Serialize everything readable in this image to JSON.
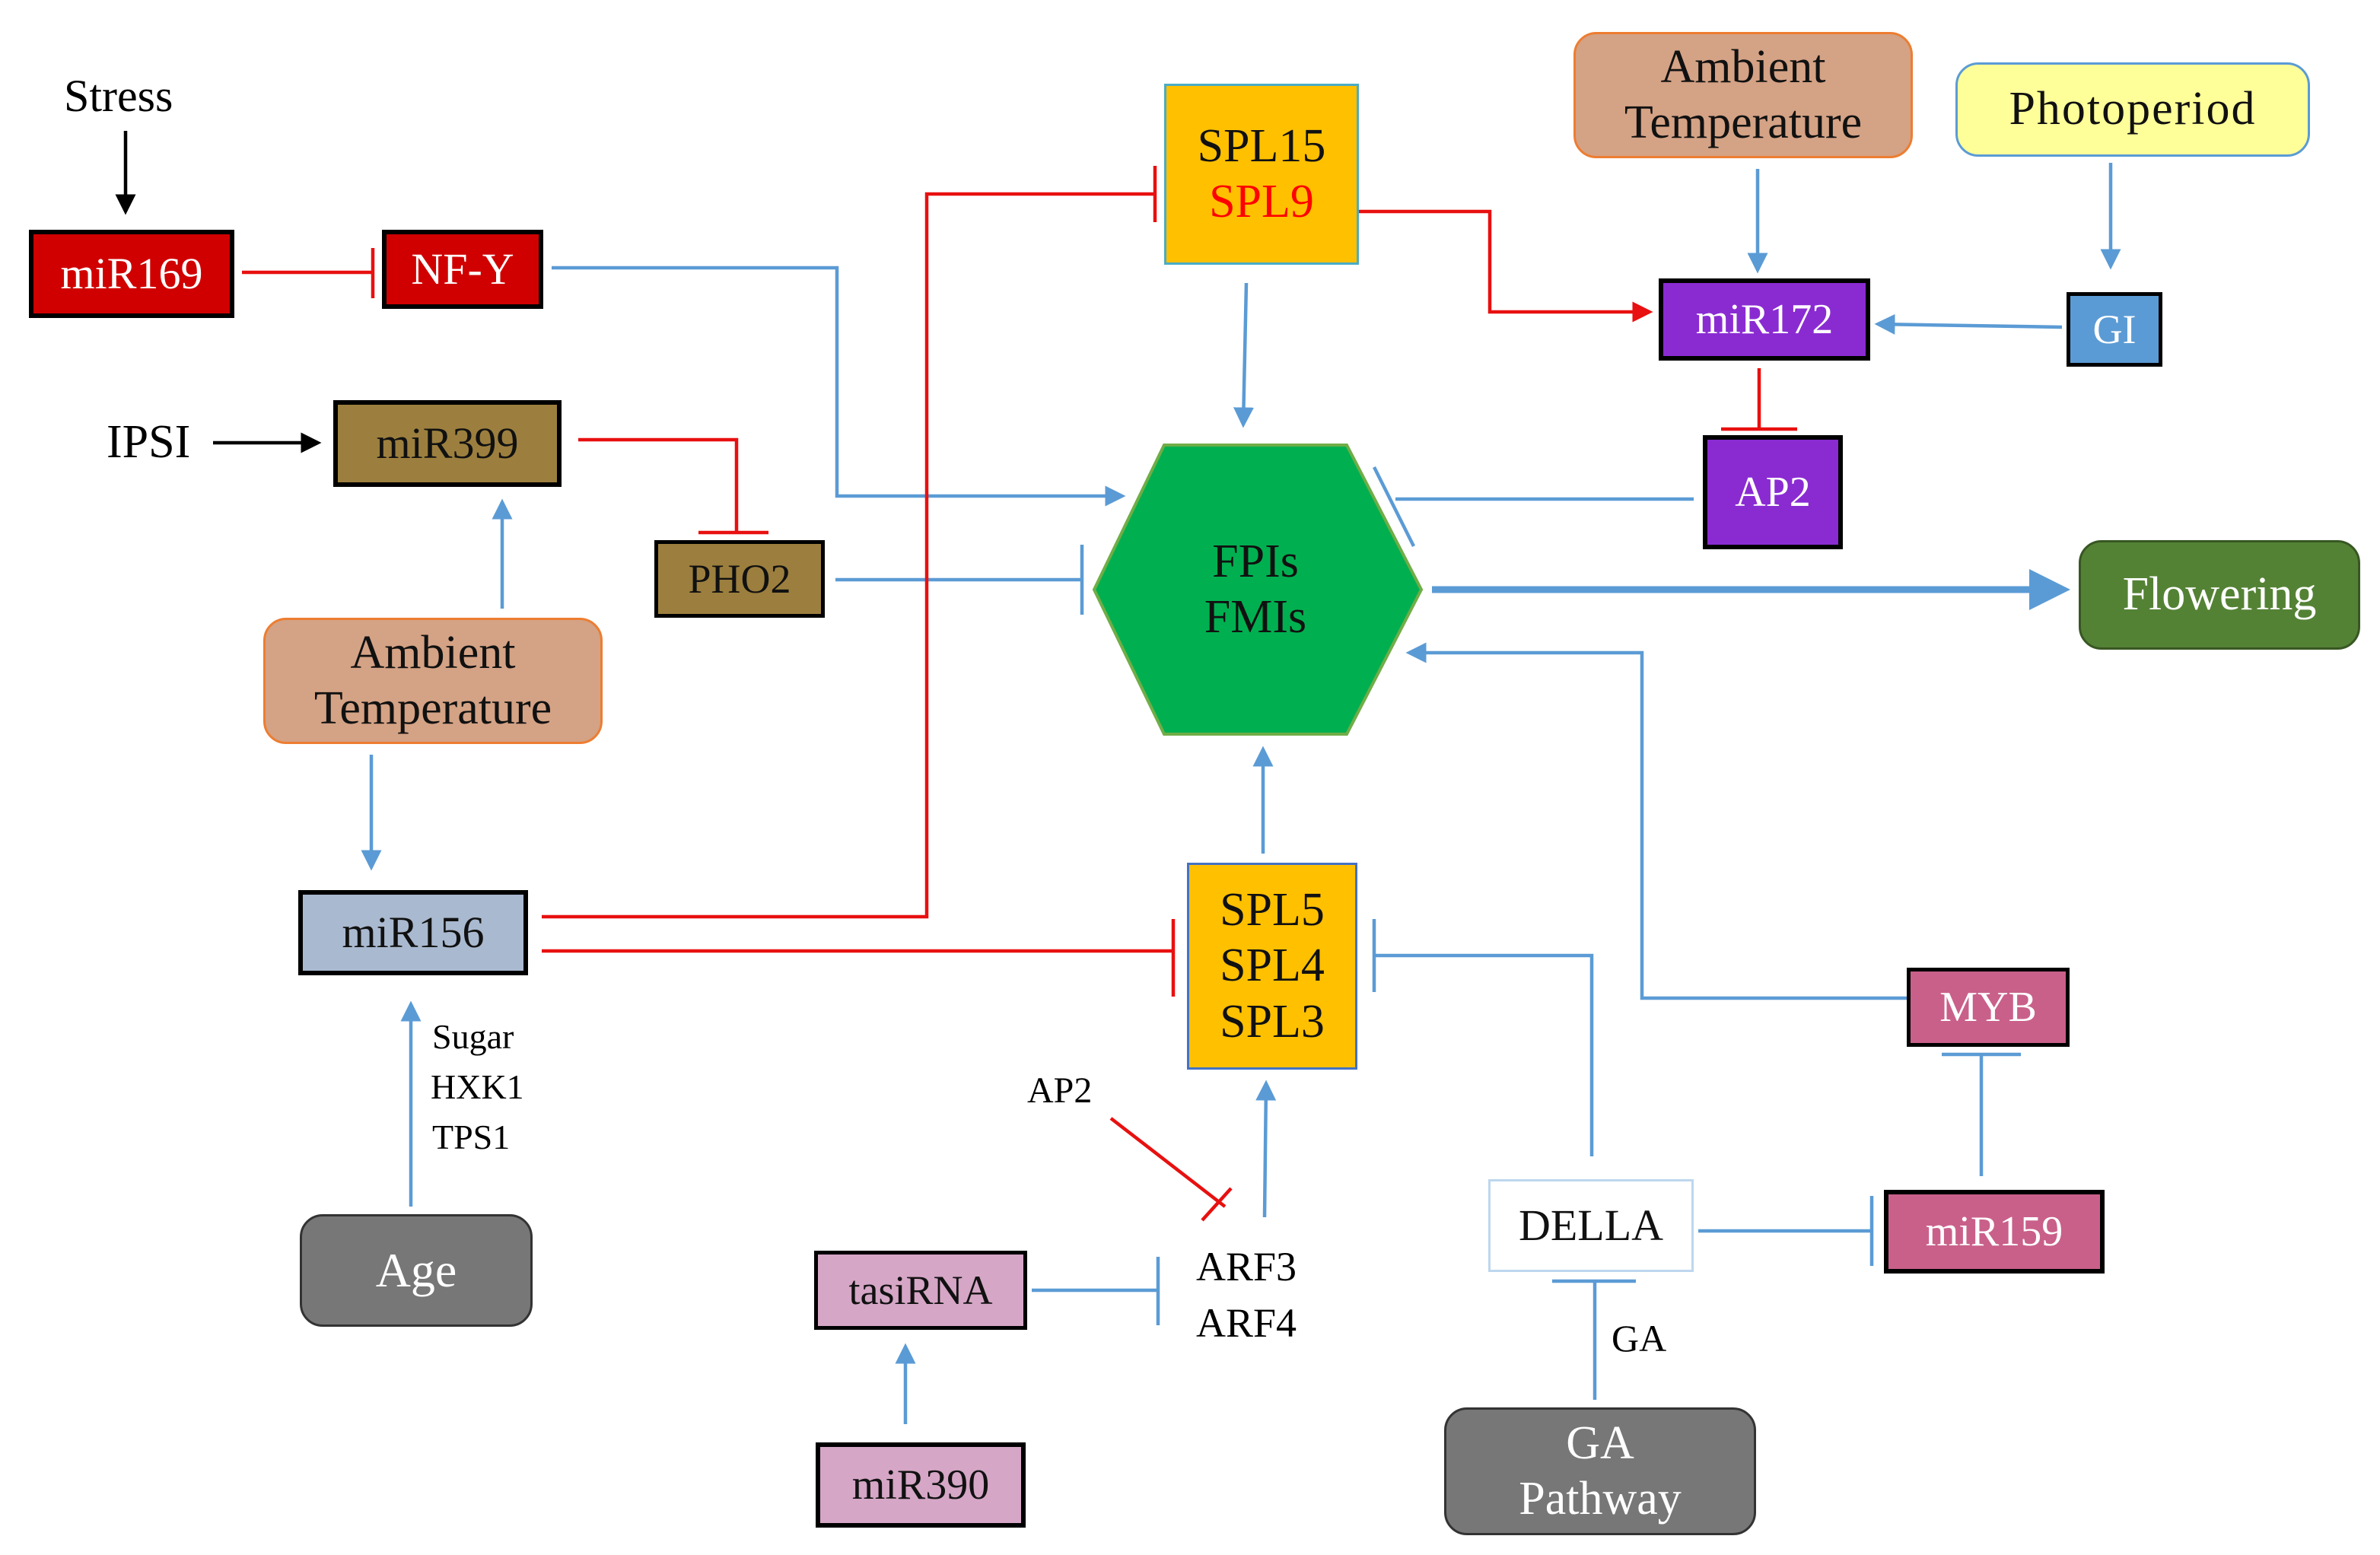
{
  "colors": {
    "blue_edge": "#5B9BD5",
    "red_edge": "#E81010",
    "black_edge": "#000000",
    "fpi_fill": "#00B050",
    "spl_fill": "#FFC000",
    "red_box": "#D00000",
    "olive_box": "#9C7F3E",
    "purple_box": "#8A2BD2",
    "gi_fill": "#5B9BD5",
    "mauve_box": "#C9608A",
    "pink_box": "#D5A6C6",
    "ambient_fill": "#D4A285",
    "photoperiod_fill": "#FFFF99",
    "flowering_fill": "#548235",
    "grey_fill": "#777777",
    "misr156_fill": "#A9B9CF",
    "spl9_text": "#FF0000"
  },
  "nodes": {
    "stress": "Stress",
    "mir169": "miR169",
    "nfy": "NF-Y",
    "ipsi": "IPSI",
    "mir399": "miR399",
    "pho2": "PHO2",
    "ambient_left": [
      "Ambient",
      "Temperature"
    ],
    "mir156": "miR156",
    "sugar_labels": [
      "Sugar",
      "HXK1",
      "TPS1"
    ],
    "age": "Age",
    "spl15": "SPL15",
    "spl9": "SPL9",
    "fpi": [
      "FPIs",
      "FMIs"
    ],
    "spl543": [
      "SPL5",
      "SPL4",
      "SPL3"
    ],
    "ap2_text": "AP2",
    "arf": [
      "ARF3",
      "ARF4"
    ],
    "tasirna": "tasiRNA",
    "mir390": "miR390",
    "ambient_right": [
      "Ambient",
      "Temperature"
    ],
    "photoperiod": "Photoperiod",
    "mir172": "miR172",
    "gi": "GI",
    "ap2_box": "AP2",
    "flowering": "Flowering",
    "myb": "MYB",
    "della": "DELLA",
    "mir159": "miR159",
    "ga_label": "GA",
    "ga_pathway": [
      "GA",
      "Pathway"
    ]
  }
}
